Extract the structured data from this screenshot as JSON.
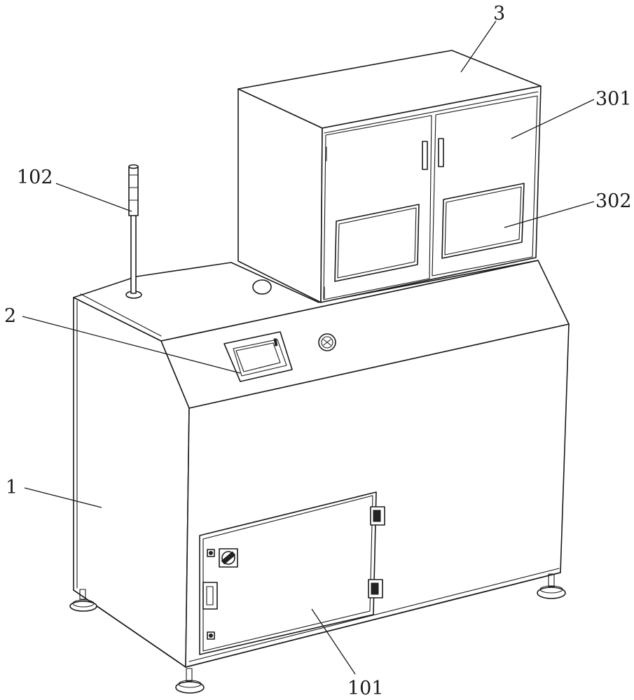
{
  "figure": {
    "callouts": [
      {
        "id": "machine-base",
        "text": "1"
      },
      {
        "id": "door",
        "text": "101"
      },
      {
        "id": "signal-light",
        "text": "102"
      },
      {
        "id": "control-panel",
        "text": "2"
      },
      {
        "id": "upper-cabinet",
        "text": "3"
      },
      {
        "id": "cabinet-door",
        "text": "301"
      },
      {
        "id": "viewing-window",
        "text": "302"
      }
    ]
  }
}
